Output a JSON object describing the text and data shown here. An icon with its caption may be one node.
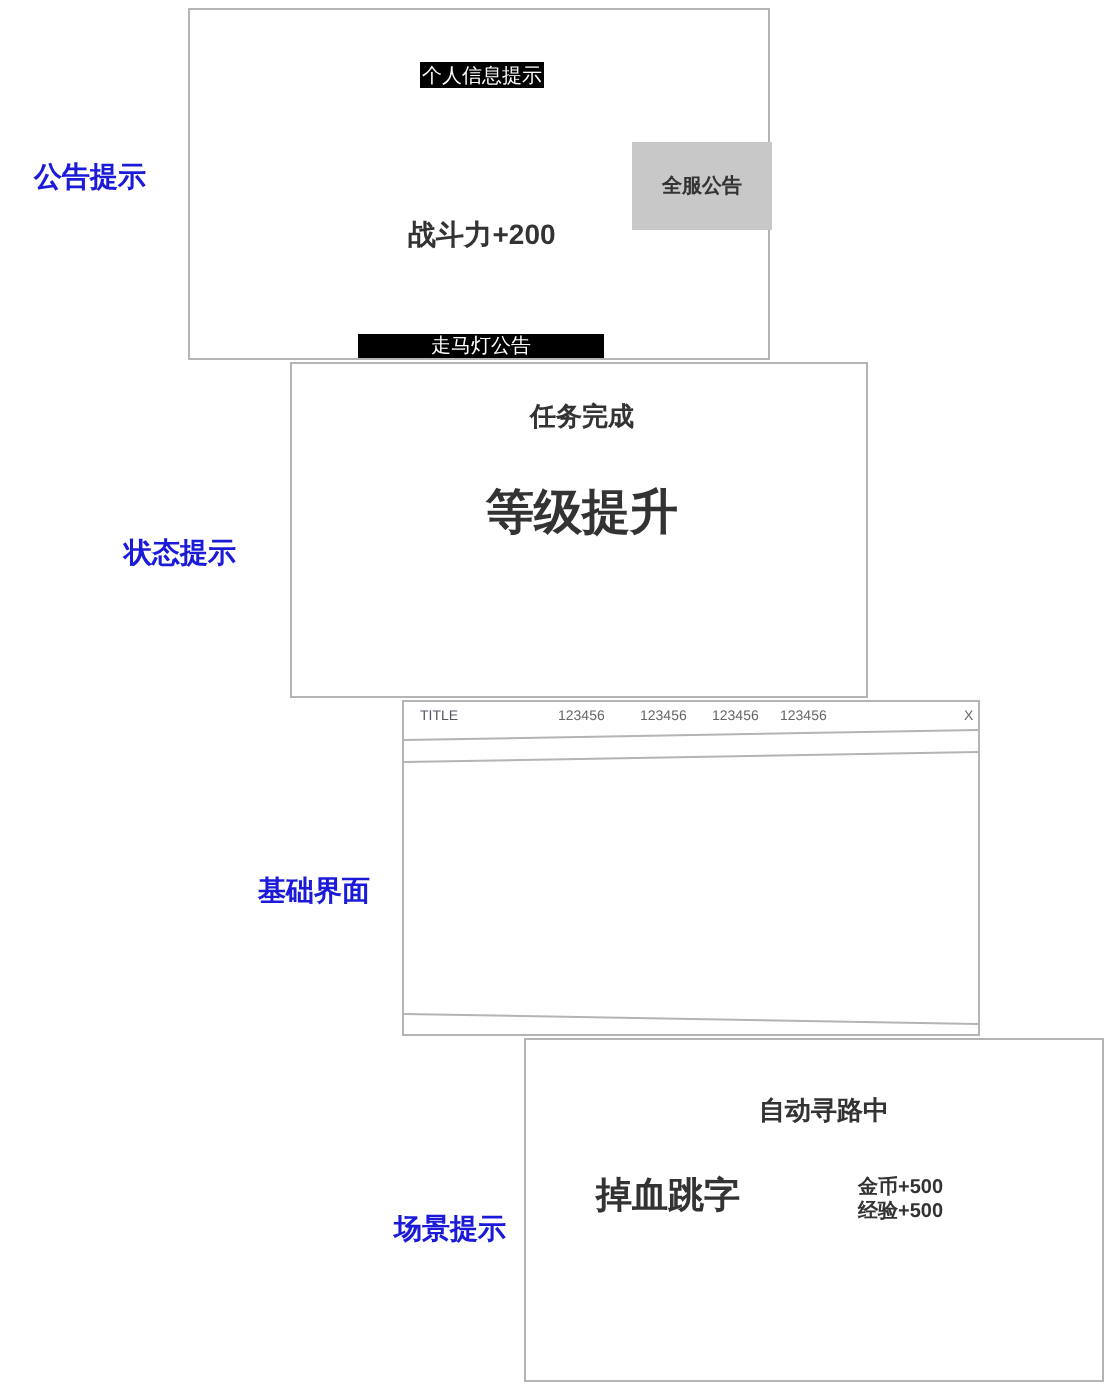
{
  "diagram": {
    "nodes": [
      {
        "text": [
          "战斗力+200"
        ],
        "beside": [
          "公告提示"
        ]
      },
      {
        "text": [
          "个人信息提示"
        ],
        "in": 0
      },
      {
        "text": [
          "全服公告"
        ],
        "in": 0
      },
      {
        "text": [
          "走马灯公告"
        ],
        "in": 0
      },
      {
        "text": [
          "任务完成",
          "等级提升"
        ],
        "beside": [
          "状态提示"
        ]
      },
      {
        "text": [
          "TITLE",
          "123456",
          "123456",
          "123456",
          "123456",
          "X"
        ],
        "beside": [
          "基础界面"
        ]
      },
      {
        "text": [
          "自动寻路中",
          "掉血跳字",
          "金币+500",
          "经验+500"
        ],
        "beside": [
          "场景提示"
        ]
      }
    ]
  }
}
